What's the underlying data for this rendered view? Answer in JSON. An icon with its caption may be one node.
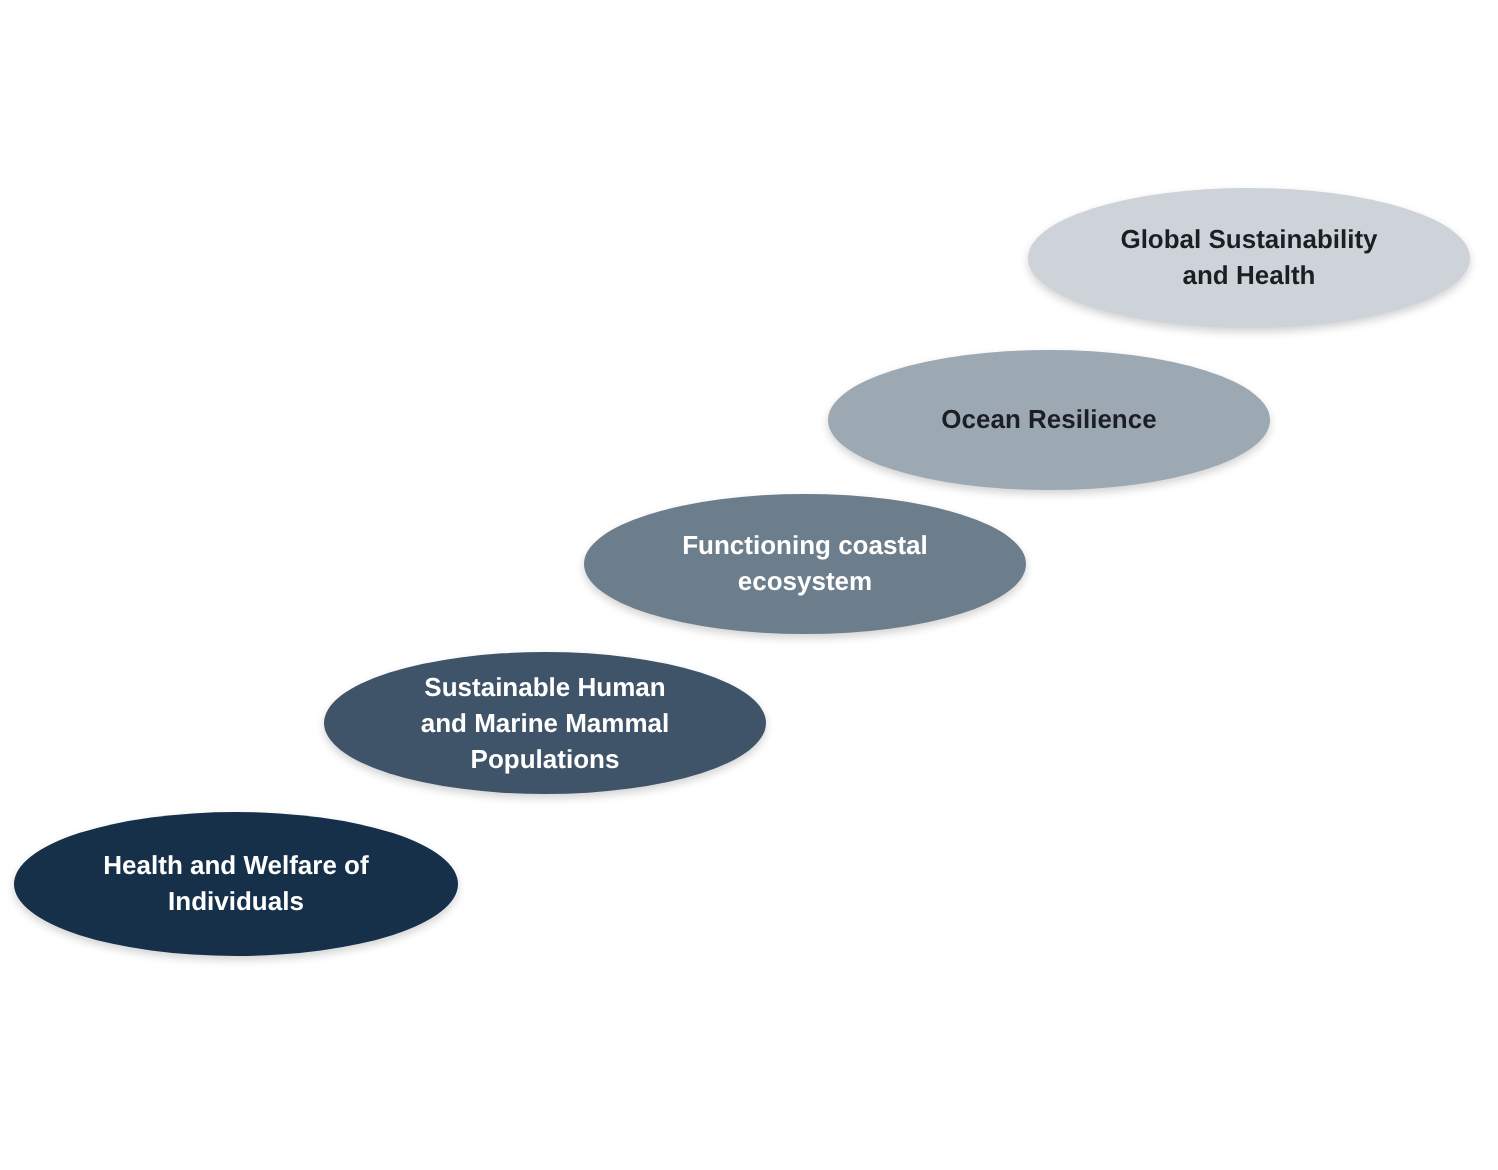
{
  "diagram": {
    "nodes": [
      {
        "text": [
          "Global Sustainability and Health"
        ]
      },
      {
        "text": [
          "Ocean Resilience"
        ]
      },
      {
        "text": [
          "Functioning coastal ecosystem"
        ]
      },
      {
        "text": [
          "Sustainable Human and Marine Mammal Populations"
        ]
      },
      {
        "text": [
          "Health and Welfare of Individuals"
        ]
      }
    ]
  }
}
